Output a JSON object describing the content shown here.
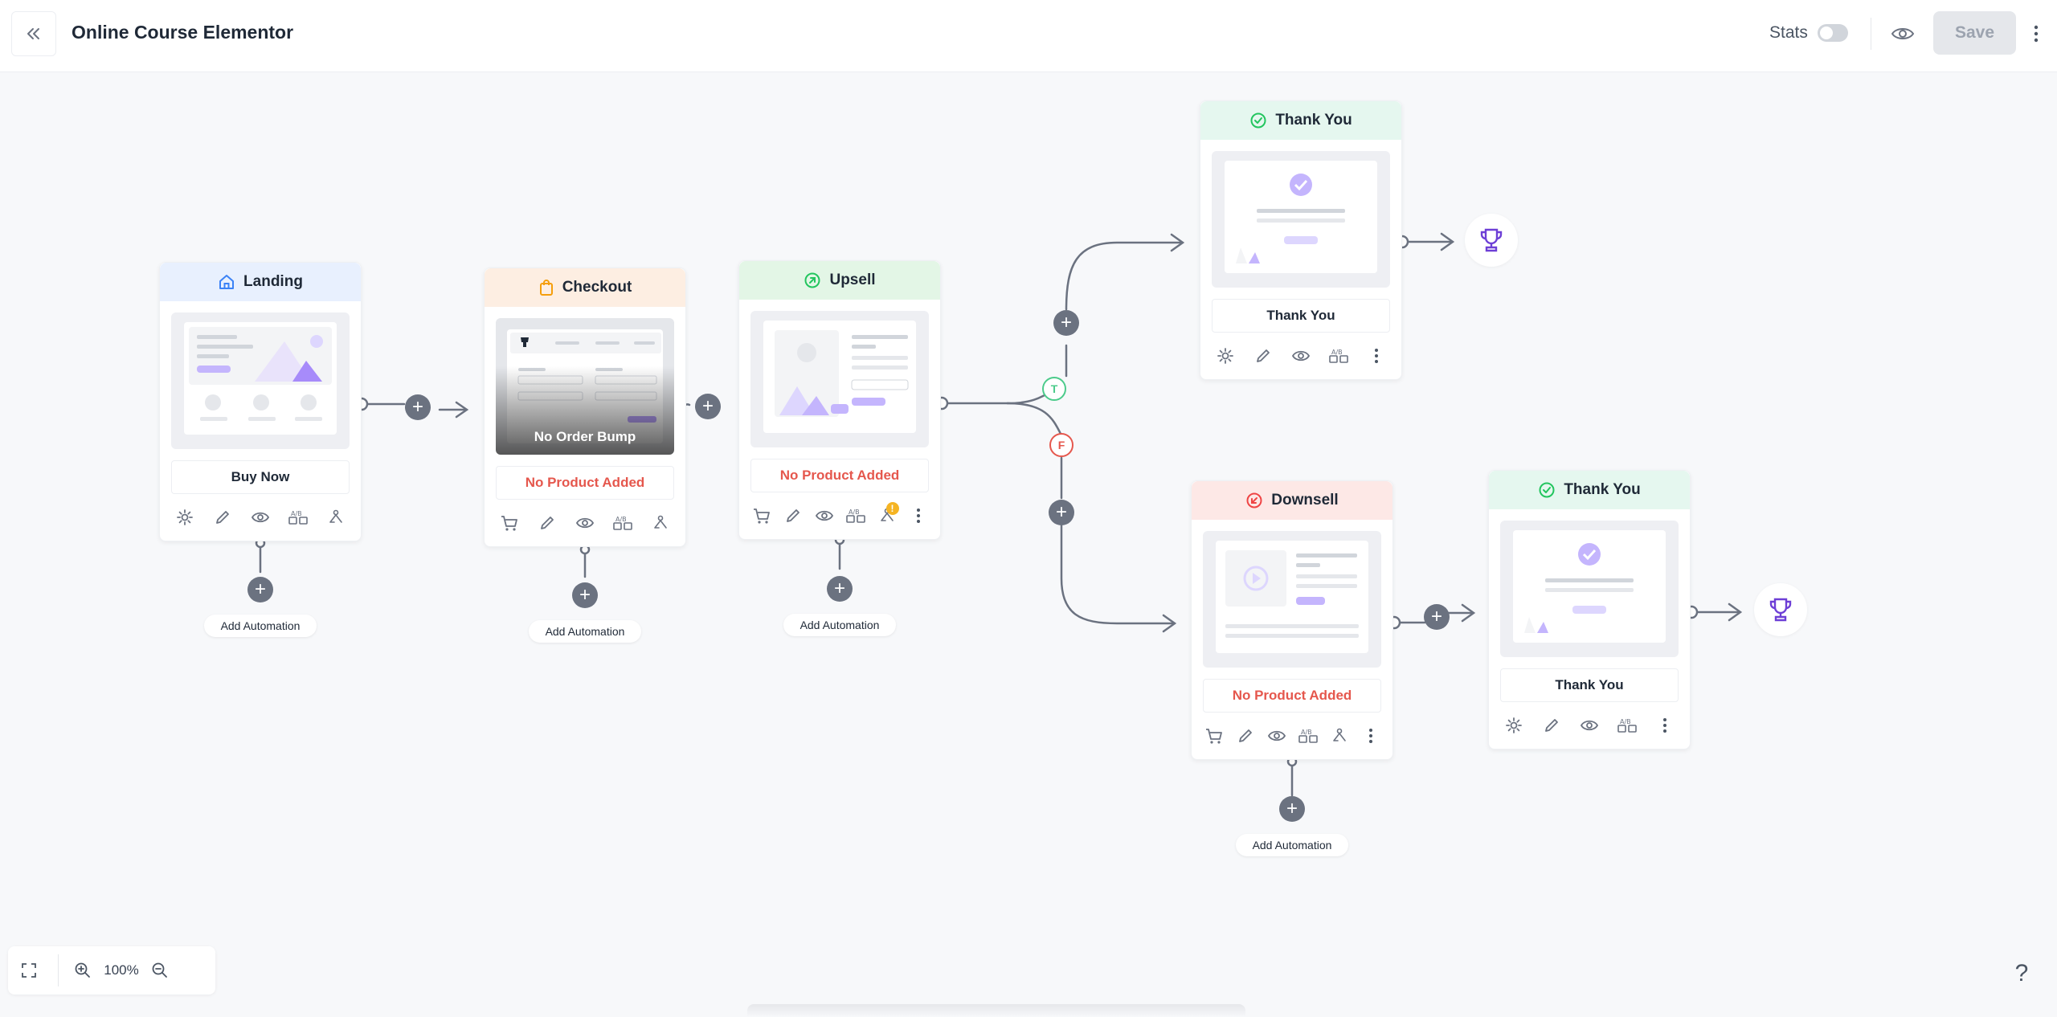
{
  "header": {
    "title": "Online Course Elementor",
    "stats_label": "Stats",
    "save_label": "Save"
  },
  "nodes": {
    "landing": {
      "title": "Landing",
      "label": "Buy Now"
    },
    "checkout": {
      "title": "Checkout",
      "label": "No Product Added",
      "overlay": "No Order Bump"
    },
    "upsell": {
      "title": "Upsell",
      "label": "No Product Added"
    },
    "thankyou_top": {
      "title": "Thank You",
      "label": "Thank You"
    },
    "downsell": {
      "title": "Downsell",
      "label": "No Product Added"
    },
    "thankyou_bottom": {
      "title": "Thank You",
      "label": "Thank You"
    }
  },
  "automation": {
    "add_label": "Add Automation"
  },
  "conditions": {
    "true_label": "T",
    "false_label": "F"
  },
  "zoom": {
    "value": "100%"
  },
  "help": "?",
  "colors": {
    "accent_purple": "#6d3fd6",
    "error_red": "#e5574d",
    "true_green": "#4ccb8b",
    "false_red": "#e5574d",
    "connector_gray": "#6b7280"
  }
}
